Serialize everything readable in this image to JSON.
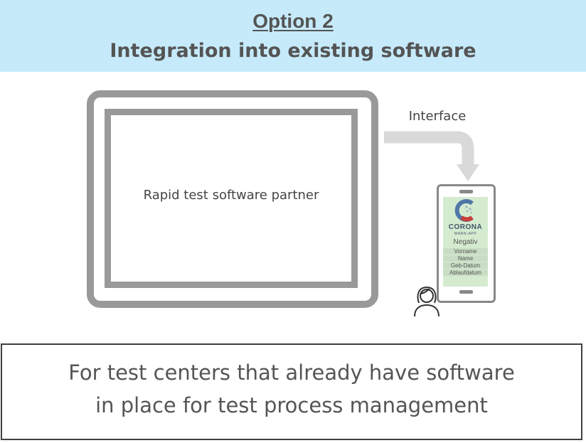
{
  "header": {
    "option": "Option 2",
    "title": "Integration into existing software"
  },
  "tablet": {
    "label": "Rapid test software partner"
  },
  "arrow": {
    "label": "Interface"
  },
  "phone": {
    "app_name": "CORONA",
    "app_subtitle": "WARN-APP",
    "result": "Negativ",
    "fields": [
      "Vorname",
      "Name",
      "Geb-Datum",
      "Ablaufdatum"
    ],
    "logo_colors": {
      "blue": "#4f78a8",
      "red": "#c8403a",
      "gray": "#9fb3c5"
    }
  },
  "person_icon": "person-icon",
  "description": {
    "line1": "For test centers that already have software",
    "line2": "in place for test process management"
  }
}
